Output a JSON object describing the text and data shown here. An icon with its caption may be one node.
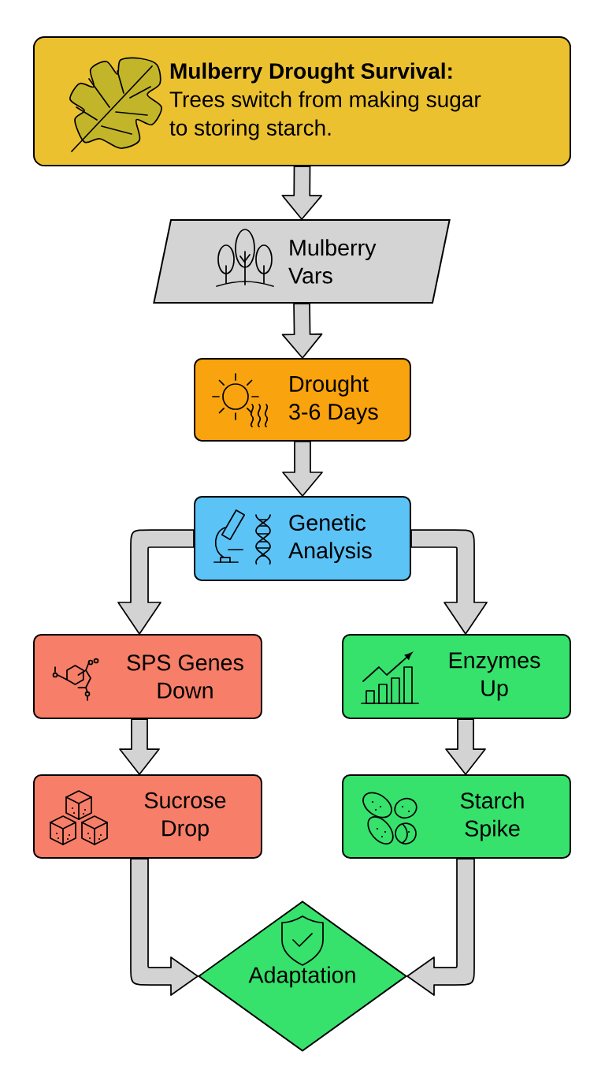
{
  "diagram": {
    "nodes": [
      {
        "text": [
          "Mulberry Drought Survival:",
          "Trees switch from making sugar to storing starch."
        ]
      },
      {
        "text": [
          "Mulberry Vars"
        ]
      },
      {
        "text": [
          "Drought 3-6 Days"
        ]
      },
      {
        "text": [
          "Genetic Analysis"
        ]
      },
      {
        "text": [
          "SPS Genes Down"
        ]
      },
      {
        "text": [
          "Enzymes Up"
        ]
      },
      {
        "text": [
          "Sucrose Drop"
        ]
      },
      {
        "text": [
          "Starch Spike"
        ]
      },
      {
        "text": [
          "Adaptation"
        ]
      }
    ],
    "edges": [
      {
        "from": 0,
        "to": 1,
        "arrow": "to"
      },
      {
        "from": 1,
        "to": 2,
        "arrow": "to"
      },
      {
        "from": 2,
        "to": 3,
        "arrow": "to"
      },
      {
        "from": 3,
        "to": 4,
        "arrow": "to"
      },
      {
        "from": 3,
        "to": 5,
        "arrow": "to"
      },
      {
        "from": 4,
        "to": 6,
        "arrow": "to"
      },
      {
        "from": 5,
        "to": 7,
        "arrow": "to"
      },
      {
        "from": 6,
        "to": 8,
        "arrow": "to"
      },
      {
        "from": 7,
        "to": 8,
        "arrow": "to"
      }
    ]
  }
}
